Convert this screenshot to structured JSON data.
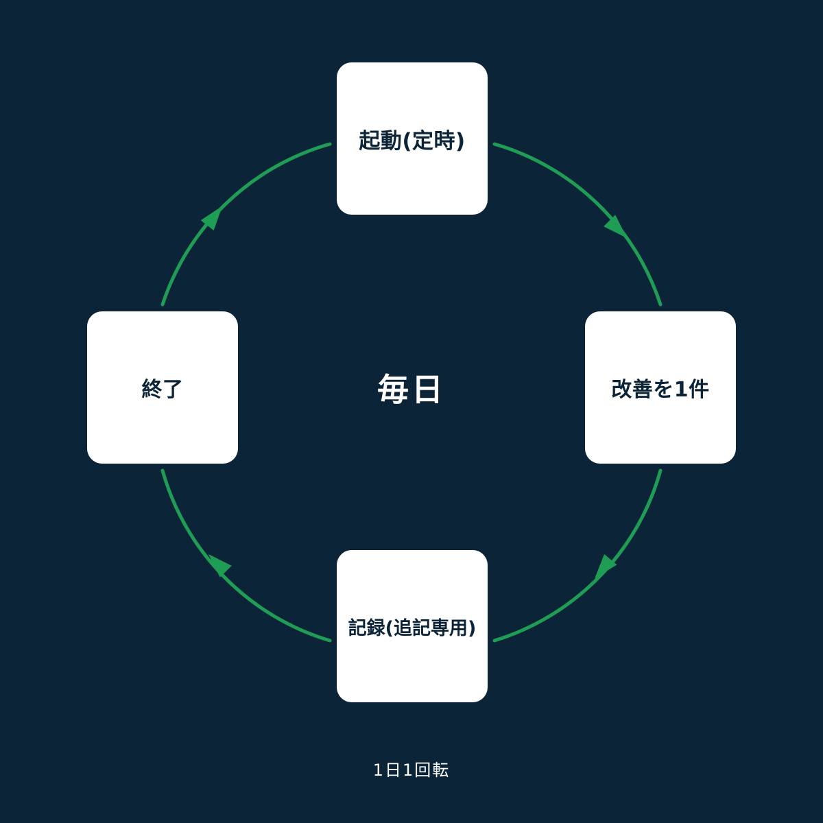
{
  "diagram": {
    "nodes": [
      {
        "id": "top",
        "label": "起動(定時)"
      },
      {
        "id": "right",
        "label": "改善を1件"
      },
      {
        "id": "bottom",
        "label": "記録(追記専用)"
      },
      {
        "id": "left",
        "label": "終了"
      }
    ],
    "center_label": "毎日",
    "caption": "1日1回転",
    "colors": {
      "background": "#0c2438",
      "node_fill": "#ffffff",
      "node_text": "#0c2438",
      "arrow": "#1f9d55",
      "text_light": "#ffffff"
    }
  }
}
